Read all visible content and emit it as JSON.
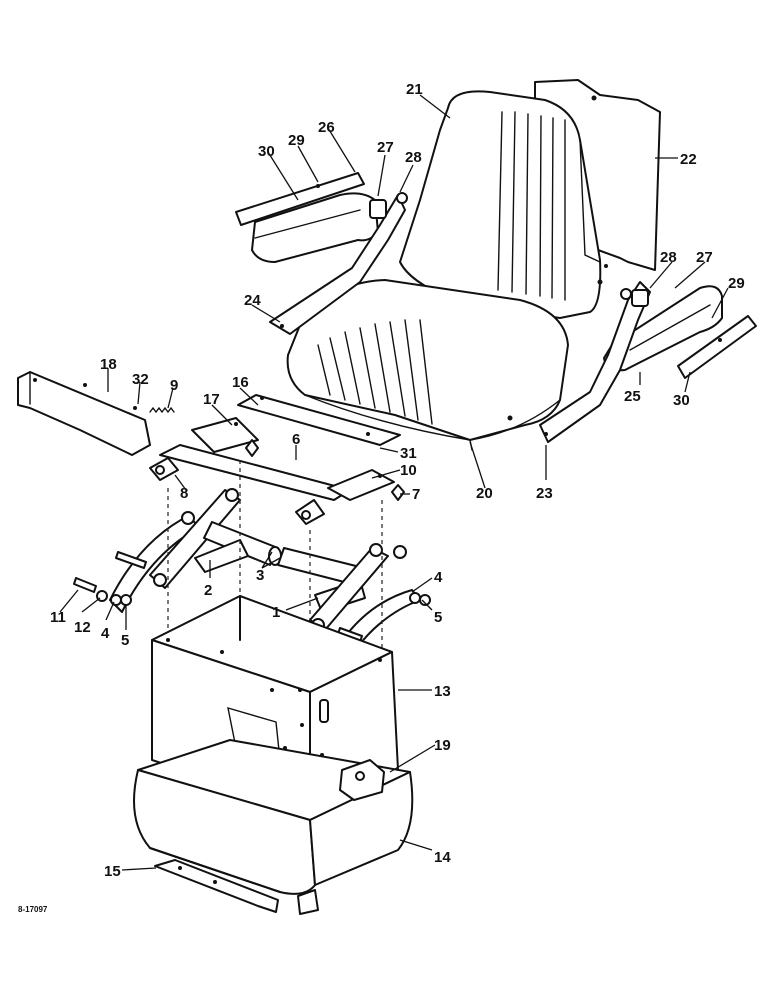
{
  "drawing_ref": "8-17097",
  "callouts": [
    "1",
    "2",
    "3",
    "4",
    "5",
    "6",
    "7",
    "8",
    "9",
    "10",
    "11",
    "12",
    "13",
    "14",
    "15",
    "16",
    "17",
    "18",
    "19",
    "20",
    "21",
    "22",
    "23",
    "24",
    "25",
    "26",
    "27",
    "28",
    "29",
    "30",
    "31",
    "32"
  ],
  "colors": {
    "ink": "#111111",
    "paper": "#ffffff"
  }
}
